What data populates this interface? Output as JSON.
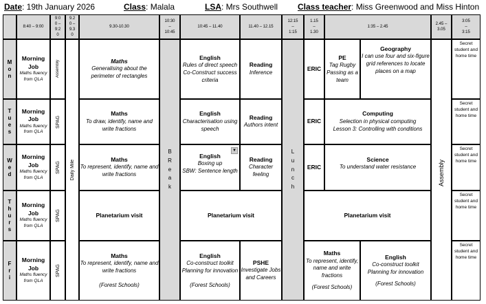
{
  "header": {
    "date_label": "Date",
    "date_value": ": 19th January 2026",
    "class_label": "Class",
    "class_value": ": Malala",
    "lsa_label": "LSA",
    "lsa_value": ": Mrs Southwell",
    "teacher_label": "Class teacher",
    "teacher_value": ": Miss Greenwood and Miss Hinton"
  },
  "times": [
    "8:40 – 9:00",
    "9:0\n0 –\n9:2\n0",
    "9.2\n0 –\n9.3\n0",
    "9.30-10.30",
    "10:30\n–\n10:45",
    "10:45 – 11.40",
    "11.40 – 12.15",
    "12:15\n–\n1:15",
    "1.15\n–\n1.30",
    "1:35 – 2.45",
    "2.45 –\n3.05",
    "3:05\n–\n3:15"
  ],
  "days": [
    "M\no\nn",
    "T\nu\ne\ns",
    "W\ne\nd",
    "T\nh\nu\nr\ns",
    "F\nr\ni"
  ],
  "common": {
    "morning_title": "Morning Job",
    "morning_sub": "Maths fluency from QLA",
    "assembly_mon": "Assembly",
    "spag": "SPAG",
    "daily_mile": "Daily Mile",
    "break": "B\nR\ne\na\nk",
    "lunch": "L\nu\nn\nc\nh",
    "assembly_pm": "Assembly",
    "end_of_day": "Secret student and home time",
    "eric": "ERIC",
    "forest": "(Forest Schools)",
    "planetarium": "Planetarium visit"
  },
  "mon": {
    "maths_title": "Maths",
    "maths_desc": "Generalising about the perimeter of rectangles",
    "english_title": "English",
    "english_desc": "Rules of direct speech\nCo-Construct success criteria",
    "reading_title": "Reading",
    "reading_desc": "Inference",
    "pe_title": "PE",
    "pe_desc": "Tag Rugby\nPassing as a team",
    "geo_title": "Geography",
    "geo_desc": "I can use four and six-figure grid references to locate places on a map"
  },
  "tue": {
    "maths_title": "Maths",
    "maths_desc": "To draw, identify, name and write fractions",
    "english_title": "English",
    "english_desc": "Characterisation using speech",
    "reading_title": "Reading",
    "reading_desc": "Authors intent",
    "computing_title": "Computing",
    "computing_desc": "Selection in physical computing\nLesson 3: Controlling with conditions"
  },
  "wed": {
    "maths_title": "Maths",
    "maths_desc": "To represent, identify, name and write fractions",
    "english_title": "English",
    "english_desc": "Boxing up\nSBW: Sentence length",
    "reading_title": "Reading",
    "reading_desc": "Character feeling",
    "science_title": "Science",
    "science_desc": "To understand water resistance"
  },
  "fri": {
    "maths_title": "Maths",
    "maths_desc": "To represent, identify, name and write fractions",
    "english_title": "English",
    "english_desc": "Co-construct toolkit\nPlanning for innovation",
    "pshe_title": "PSHE",
    "pshe_desc": "Investigate Jobs and Careers",
    "pm_maths_title": "Maths",
    "pm_maths_desc": "To represent, identify, name and write fractions",
    "pm_english_title": "English",
    "pm_english_desc": "Co-construct toolkit\nPlanning for innovation"
  }
}
